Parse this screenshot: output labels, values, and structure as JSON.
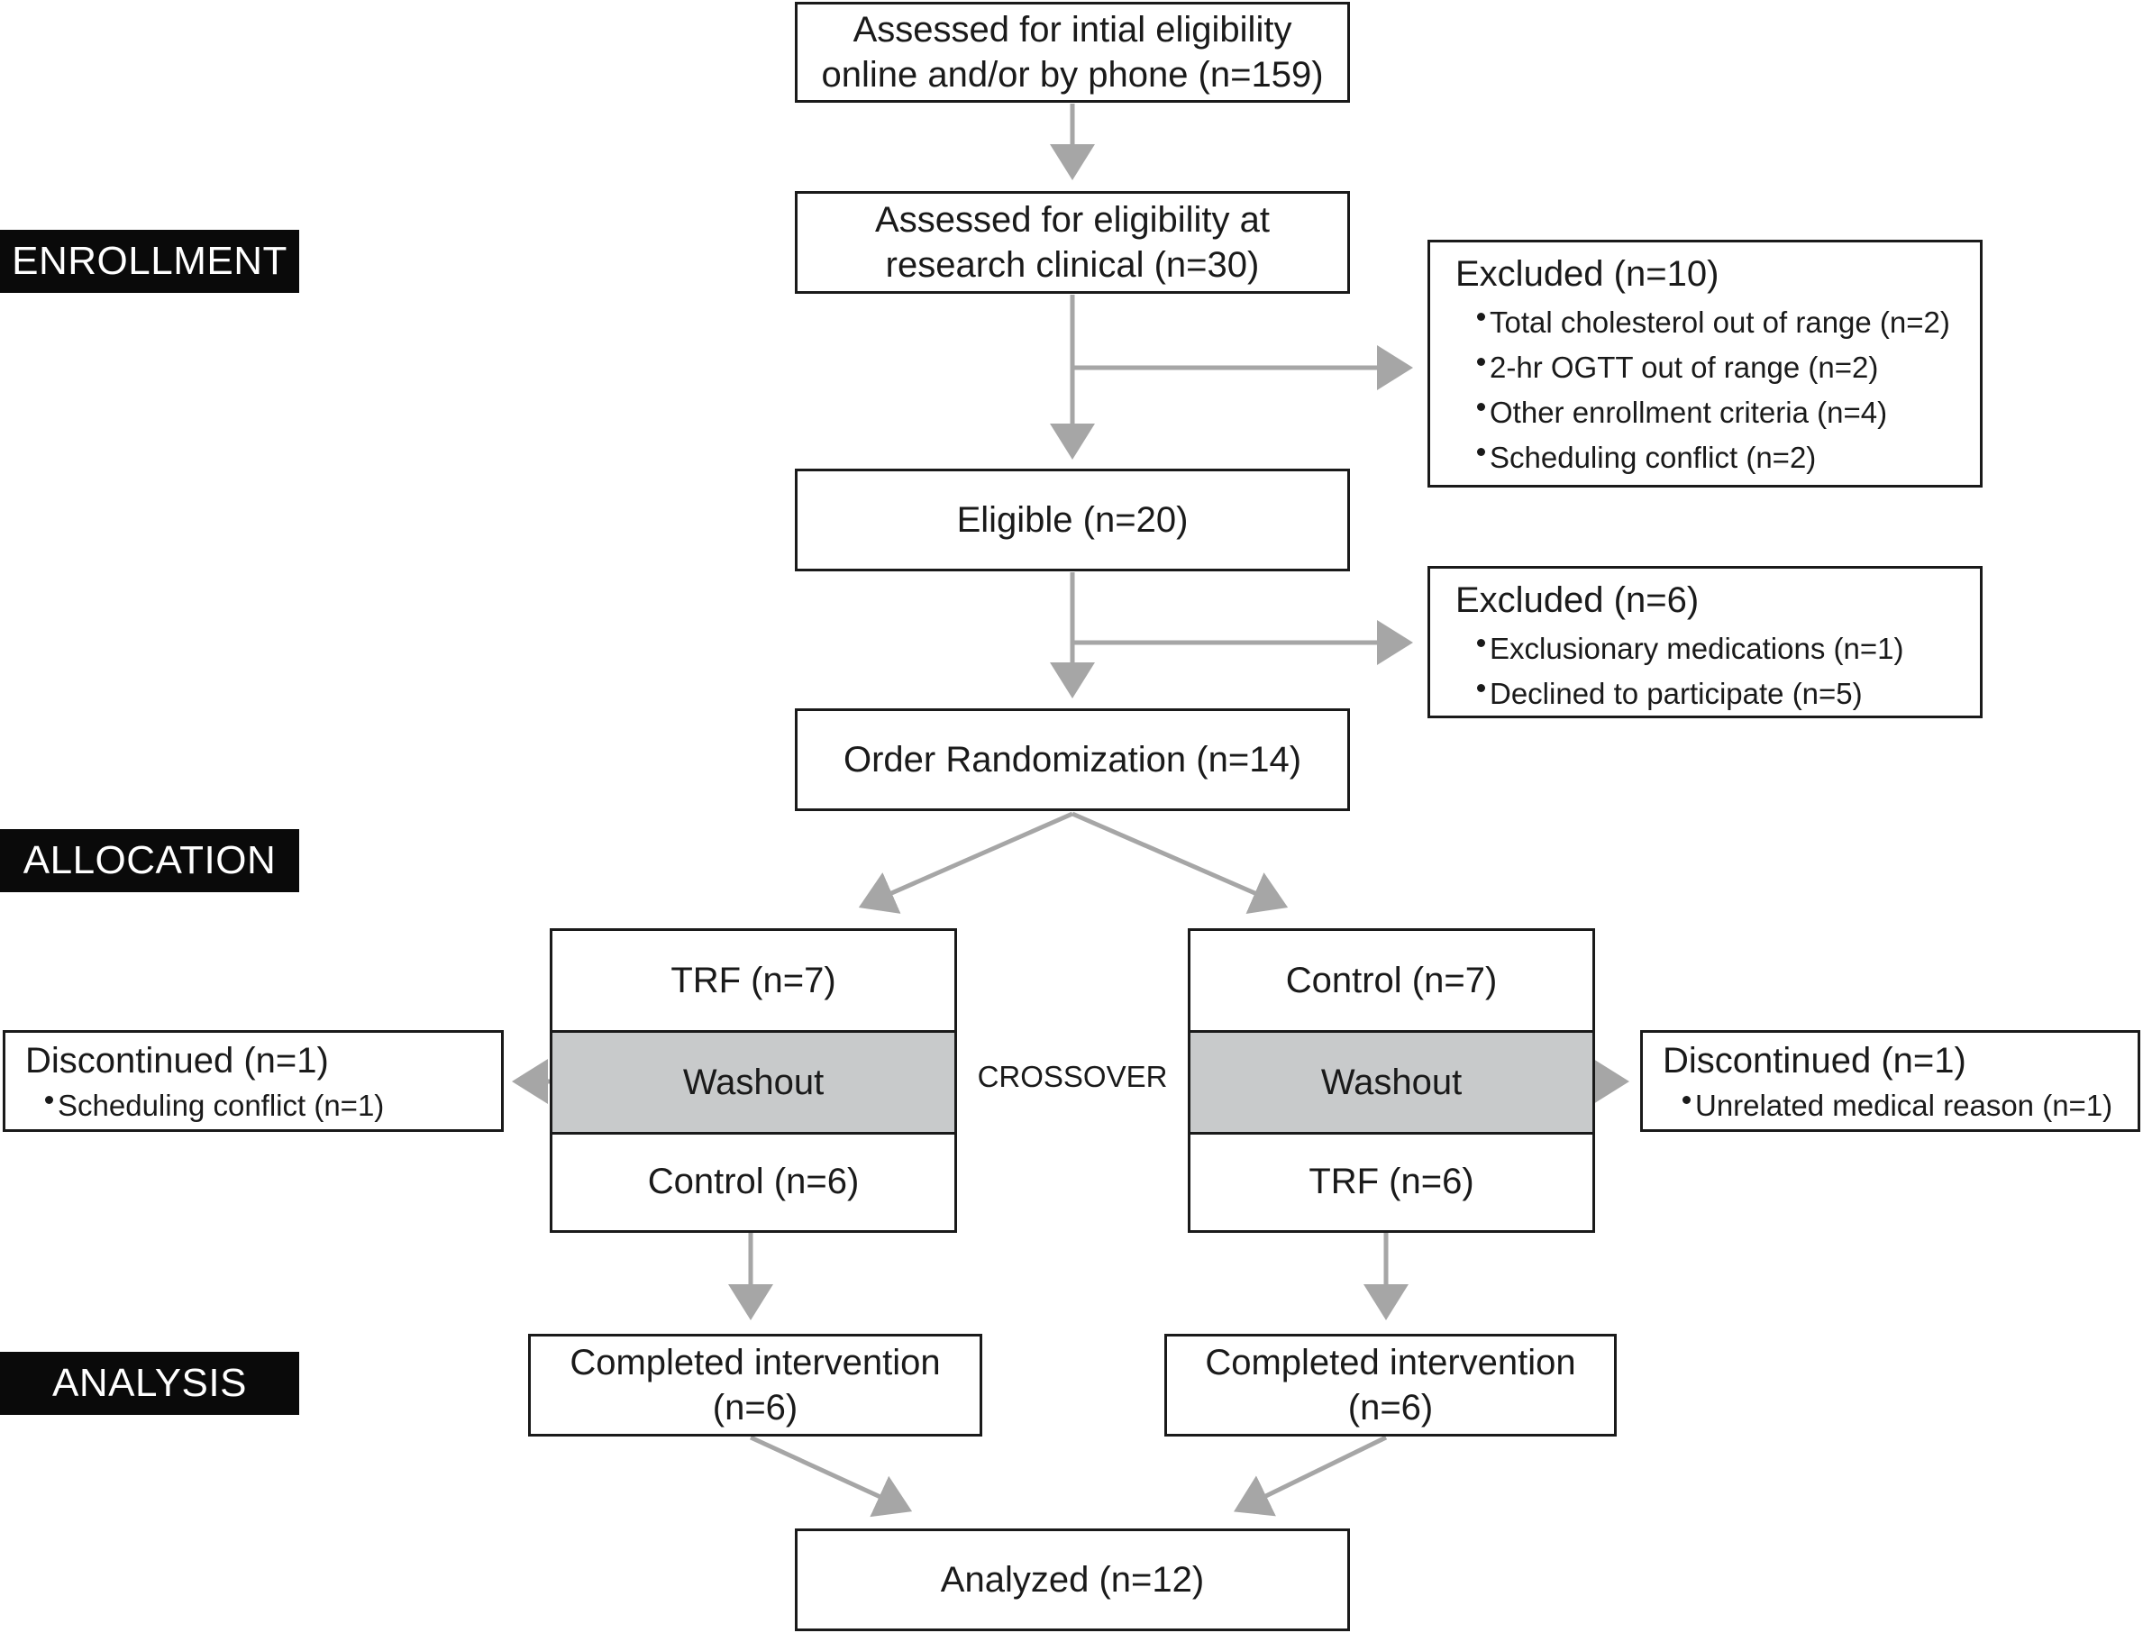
{
  "stages": {
    "enrollment": "ENROLLMENT",
    "allocation": "ALLOCATION",
    "analysis": "ANALYSIS"
  },
  "boxes": {
    "initial": [
      "Assessed for intial eligibility",
      "online and/or by phone (n=159)"
    ],
    "clinical": [
      "Assessed for eligibility at",
      "research clinical  (n=30)"
    ],
    "eligible": "Eligible  (n=20)",
    "randomization": "Order Randomization (n=14)",
    "completed_left": [
      "Completed intervention",
      "(n=6)"
    ],
    "completed_right": [
      "Completed intervention",
      "(n=6)"
    ],
    "analyzed": "Analyzed (n=12)"
  },
  "excluded_1": {
    "title": "Excluded (n=10)",
    "items": [
      "Total cholesterol out of range (n=2)",
      "2-hr OGTT out of range (n=2)",
      "Other enrollment criteria (n=4)",
      "Scheduling conflict (n=2)"
    ]
  },
  "excluded_2": {
    "title": "Excluded (n=6)",
    "items": [
      "Exclusionary medications (n=1)",
      "Declined to participate (n=5)"
    ]
  },
  "arm_left": {
    "top": "TRF (n=7)",
    "middle": "Washout",
    "bottom": "Control (n=6)"
  },
  "arm_right": {
    "top": "Control (n=7)",
    "middle": "Washout",
    "bottom": "TRF (n=6)"
  },
  "crossover_label": "CROSSOVER",
  "discontinued_left": {
    "title": "Discontinued (n=1)",
    "items": [
      "Scheduling conflict (n=1)"
    ]
  },
  "discontinued_right": {
    "title": "Discontinued (n=1)",
    "items": [
      "Unrelated medical reason (n=1)"
    ]
  },
  "colors": {
    "arrow": "#a6a6a6",
    "washout_fill": "#c8cacb",
    "stage_fill": "#0a0a0a"
  }
}
